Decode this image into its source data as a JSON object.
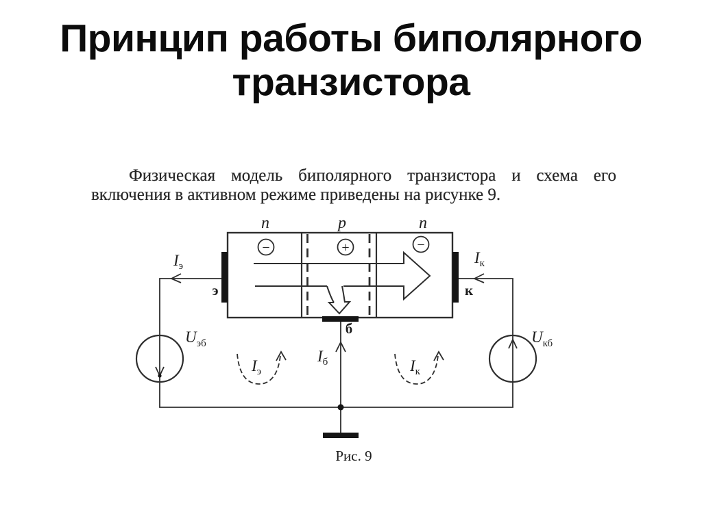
{
  "slide": {
    "title": "Принцип работы биполярного транзистора",
    "paragraph": "Физическая модель биполярного транзистора и схема его включения в активном режиме приведены на рисунке 9.",
    "caption": "Рис. 9"
  },
  "figure": {
    "region_labels": [
      "n",
      "p",
      "n"
    ],
    "charge_signs": [
      "−",
      "+",
      "−"
    ],
    "terminal_labels": {
      "emitter": "э",
      "base": "б",
      "collector": "к"
    },
    "current_labels": {
      "emitter": {
        "symbol": "I",
        "sub": "э"
      },
      "base": {
        "symbol": "I",
        "sub": "б"
      },
      "collector": {
        "symbol": "I",
        "sub": "к"
      }
    },
    "source_labels": {
      "emitter_base": {
        "symbol": "U",
        "sub": "эб"
      },
      "collector_base": {
        "symbol": "U",
        "sub": "кб"
      }
    },
    "loop_labels": {
      "emitter": {
        "symbol": "I",
        "sub": "э"
      },
      "collector": {
        "symbol": "I",
        "sub": "к"
      }
    },
    "colors": {
      "ink": "#2e2e2e",
      "background": "#ffffff"
    }
  }
}
